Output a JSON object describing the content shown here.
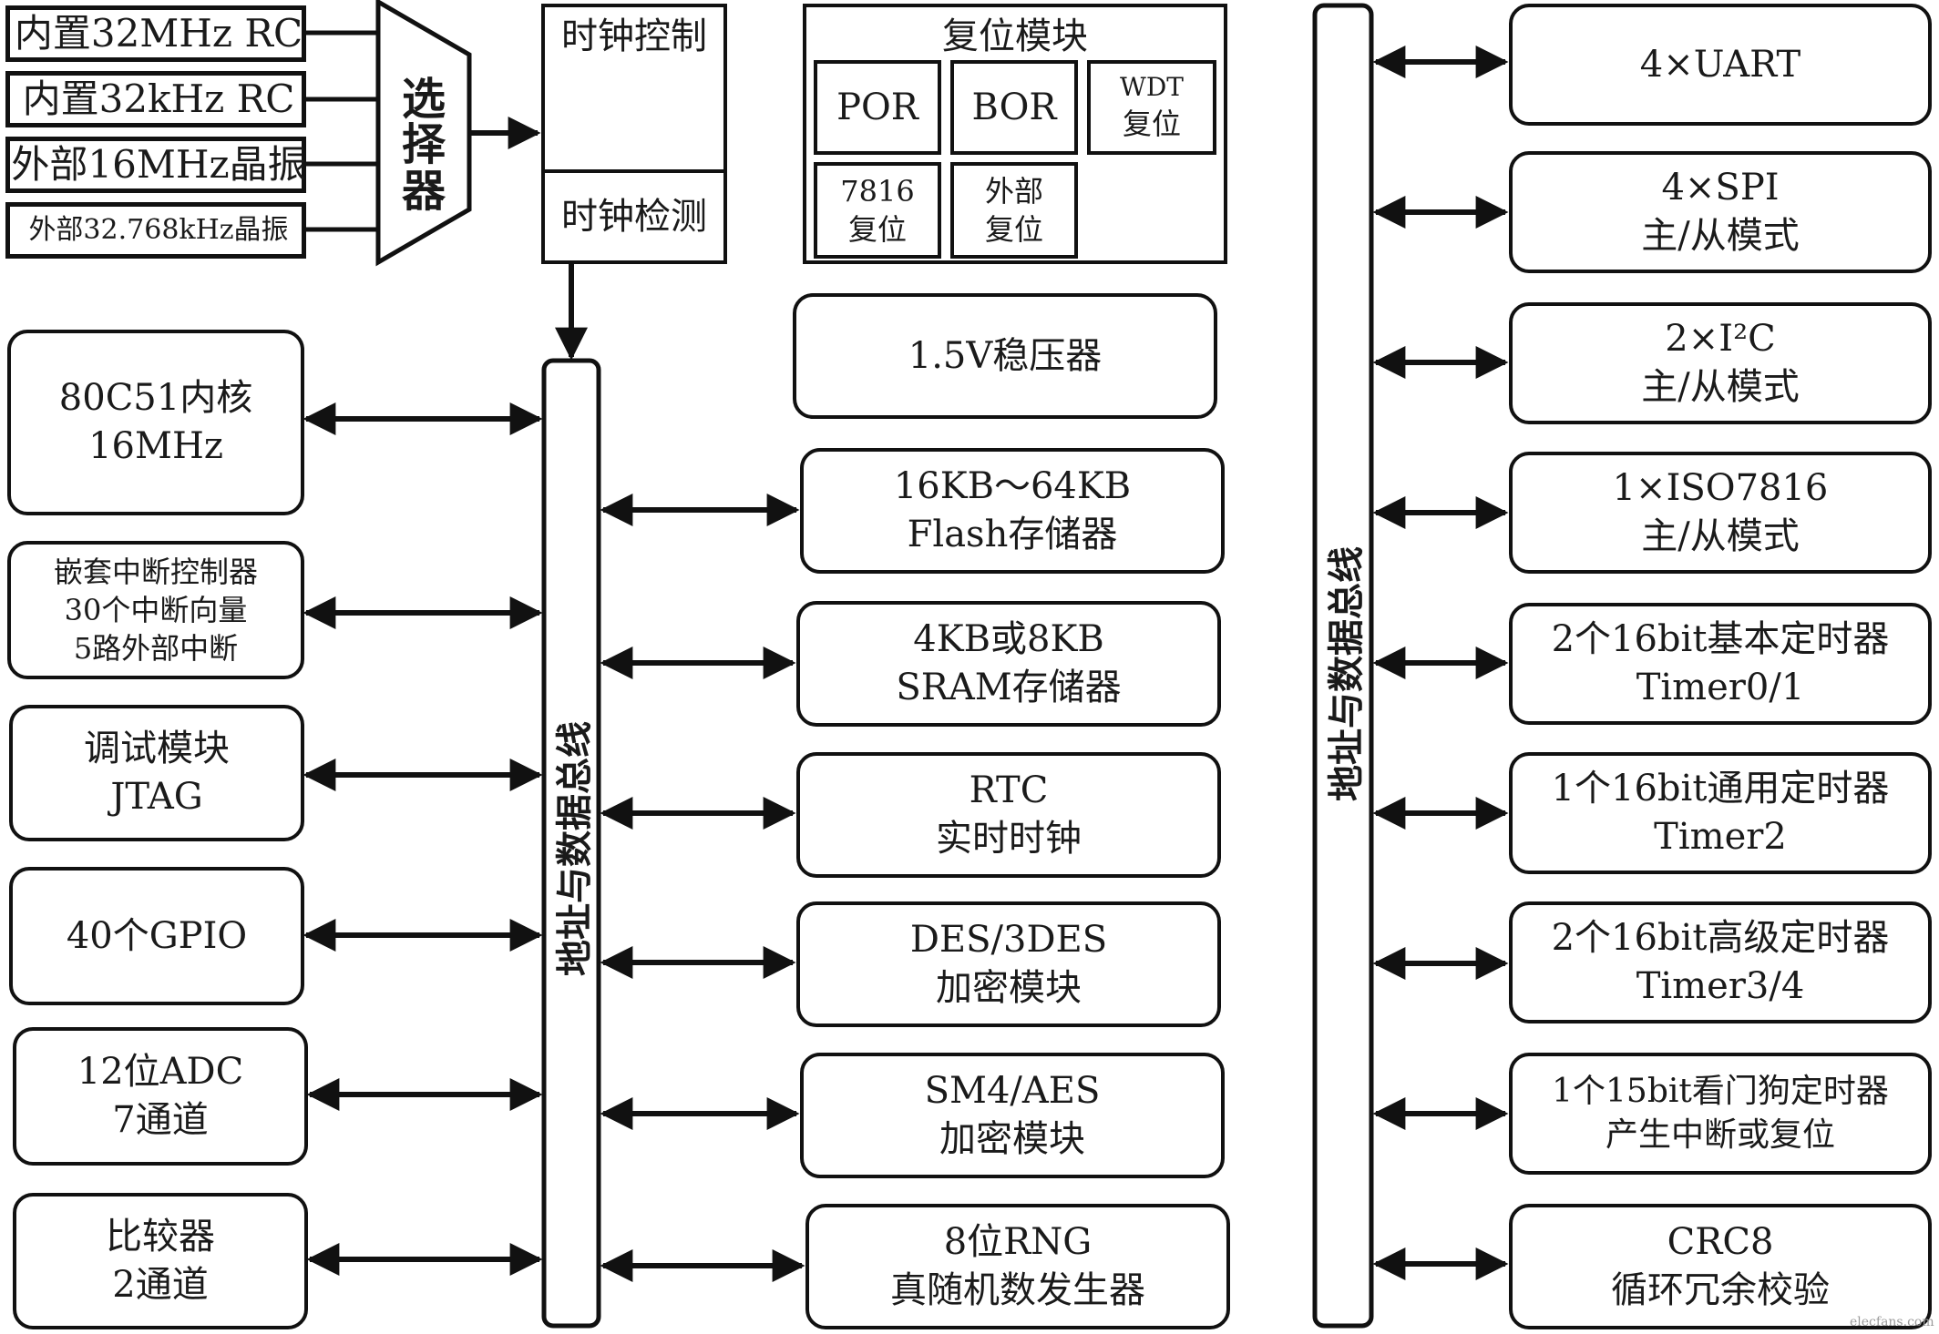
{
  "clock_sources": [
    "内置32MHz RC",
    "内置32kHz RC",
    "外部16MHz晶振",
    "外部32.768kHz晶振"
  ],
  "selector": [
    "选",
    "择",
    "器"
  ],
  "clock_control": "时钟控制",
  "clock_detect": "时钟检测",
  "reset_module": {
    "title": "复位模块",
    "items": [
      [
        "POR"
      ],
      [
        "BOR"
      ],
      [
        "WDT",
        "复位"
      ],
      [
        "7816",
        "复位"
      ],
      [
        "外部",
        "复位"
      ]
    ]
  },
  "left_bus_label": "地址与数据总线",
  "right_bus_label": "地址与数据总线",
  "left_blocks": [
    [
      "80C51内核",
      "16MHz"
    ],
    [
      "嵌套中断控制器",
      "30个中断向量",
      "5路外部中断"
    ],
    [
      "调试模块",
      "JTAG"
    ],
    [
      "40个GPIO"
    ],
    [
      "12位ADC",
      "7通道"
    ],
    [
      "比较器",
      "2通道"
    ]
  ],
  "middle_blocks": [
    [
      "1.5V稳压器"
    ],
    [
      "16KB～64KB",
      "Flash存储器"
    ],
    [
      "4KB或8KB",
      "SRAM存储器"
    ],
    [
      "RTC",
      "实时时钟"
    ],
    [
      "DES/3DES",
      "加密模块"
    ],
    [
      "SM4/AES",
      "加密模块"
    ],
    [
      "8位RNG",
      "真随机数发生器"
    ]
  ],
  "right_blocks": [
    [
      "4×UART"
    ],
    [
      "4×SPI",
      "主/从模式"
    ],
    [
      "2×I²C",
      "主/从模式"
    ],
    [
      "1×ISO7816",
      "主/从模式"
    ],
    [
      "2个16bit基本定时器",
      "Timer0/1"
    ],
    [
      "1个16bit通用定时器",
      "Timer2"
    ],
    [
      "2个16bit高级定时器",
      "Timer3/4"
    ],
    [
      "1个15bit看门狗定时器",
      "产生中断或复位"
    ],
    [
      "CRC8",
      "循环冗余校验"
    ]
  ],
  "watermark": "elecfans.com"
}
